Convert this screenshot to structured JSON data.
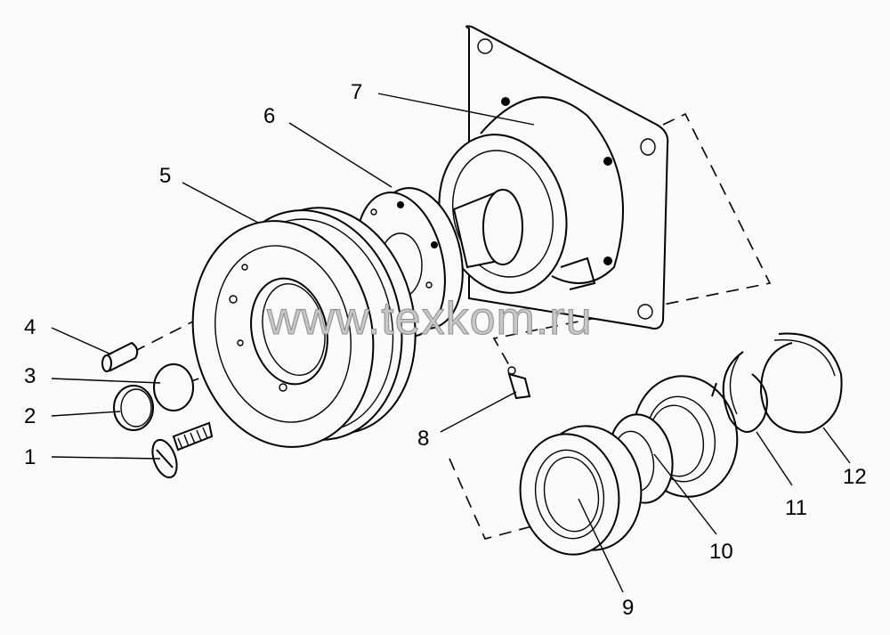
{
  "watermark": "www.texkom.ru",
  "callouts": {
    "c1": "1",
    "c2": "2",
    "c3": "3",
    "c4": "4",
    "c5": "5",
    "c6": "6",
    "c7": "7",
    "c8": "8",
    "c9": "9",
    "c10": "10",
    "c11": "11",
    "c12": "12"
  }
}
